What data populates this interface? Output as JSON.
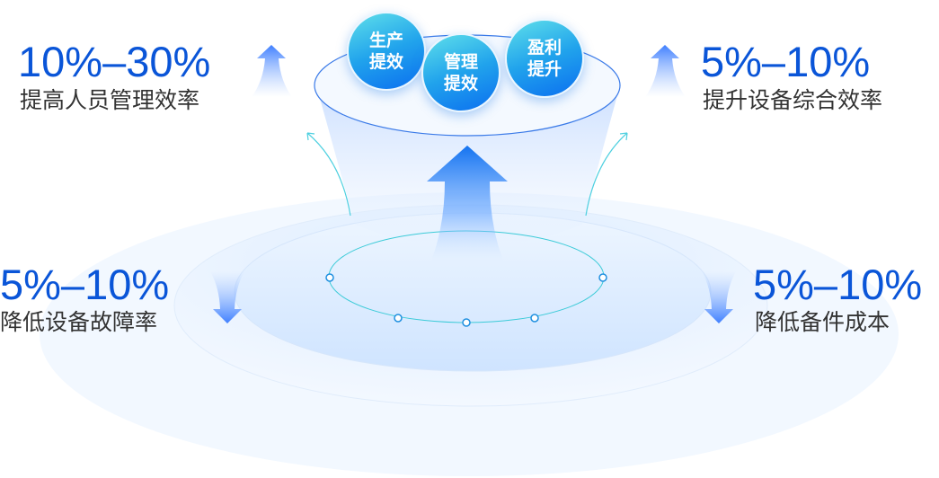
{
  "bubbles": [
    {
      "label": "生产提效"
    },
    {
      "label": "管理提效"
    },
    {
      "label": "盈利提升"
    }
  ],
  "metrics": [
    {
      "value": "10%–30%",
      "label": "提高人员管理效率",
      "direction": "up"
    },
    {
      "value": "5%–10%",
      "label": "提升设备综合效率",
      "direction": "up"
    },
    {
      "value": "5%–10%",
      "label": "降低设备故障率",
      "direction": "down"
    },
    {
      "value": "5%–10%",
      "label": "降低备件成本",
      "direction": "down"
    }
  ],
  "colors": {
    "accent": "#0a55d8",
    "text": "#333333",
    "cyan": "#4fd0e0"
  }
}
